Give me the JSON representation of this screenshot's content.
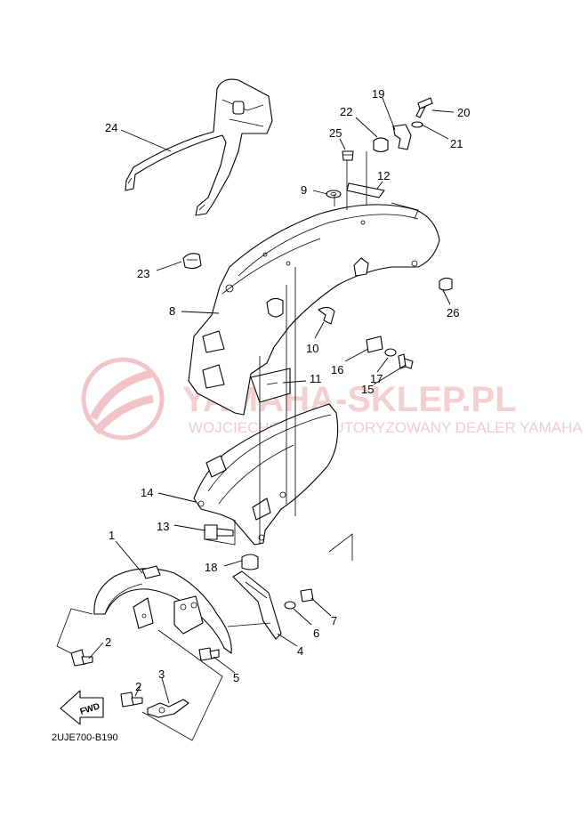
{
  "watermark": {
    "brand": "YAMAHA-SKLEP.PL",
    "subtitle": "WOJCIECHOWSKI AUTORYZOWANY DEALER YAMAHA",
    "color": "#e9a1a8"
  },
  "diagram_code": "2UJE700-B190",
  "fwd_label": "FWD",
  "callouts": {
    "c1": "1",
    "c2a": "2",
    "c2b": "2",
    "c3": "3",
    "c4": "4",
    "c5": "5",
    "c6": "6",
    "c7": "7",
    "c8": "8",
    "c9": "9",
    "c10": "10",
    "c11": "11",
    "c12": "12",
    "c13": "13",
    "c14": "14",
    "c15": "15",
    "c16": "16",
    "c17": "17",
    "c18": "18",
    "c19": "19",
    "c20": "20",
    "c21": "21",
    "c22": "22",
    "c23": "23",
    "c24": "24",
    "c25": "25",
    "c26": "26"
  }
}
